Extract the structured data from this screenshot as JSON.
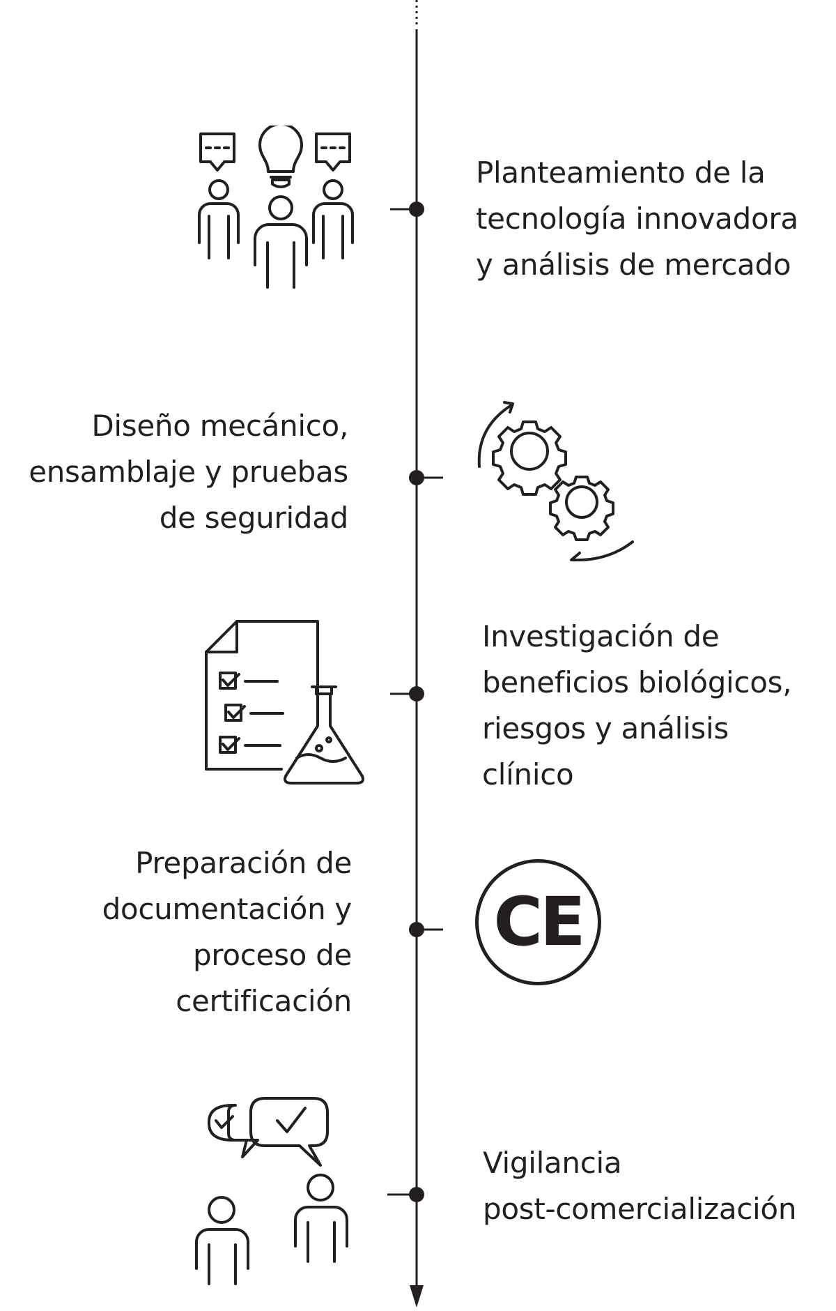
{
  "timeline": {
    "steps": [
      {
        "label": "Planteamiento de la\ntecnología innovadora\ny análisis de mercado",
        "icon": "team-ideas-icon"
      },
      {
        "label": "Diseño mecánico,\nensamblaje y pruebas\nde seguridad",
        "icon": "gears-cycle-icon"
      },
      {
        "label": "Investigación de\nbeneficios biológicos,\nriesgos y análisis\nclínico",
        "icon": "checklist-flask-icon"
      },
      {
        "label": "Preparación de\ndocumentación y\nproceso de\ncertificación",
        "icon": "ce-mark-icon"
      },
      {
        "label": "Vigilancia\npost-comercialización",
        "icon": "people-chat-check-icon"
      }
    ],
    "ce_mark_text": "CE",
    "stroke_color": "#231f20"
  }
}
